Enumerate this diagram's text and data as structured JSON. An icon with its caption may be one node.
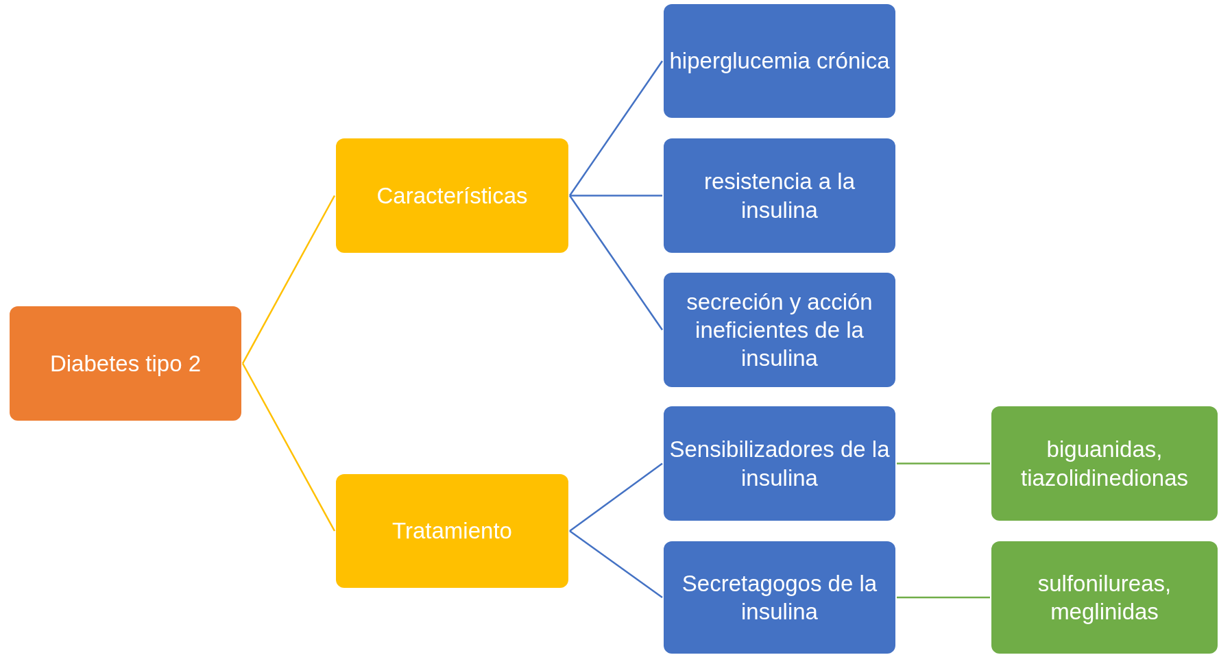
{
  "diagram": {
    "nodes": [
      {
        "text": [
          "Diabetes tipo 2"
        ]
      },
      {
        "text": [
          "Características"
        ]
      },
      {
        "text": [
          "hiperglucemia crónica"
        ]
      },
      {
        "text": [
          "resistencia a la insulina"
        ]
      },
      {
        "text": [
          "secreción y acción ineficientes de la insulina"
        ]
      },
      {
        "text": [
          "Tratamiento"
        ]
      },
      {
        "text": [
          "Sensibilizadores de la insulina"
        ]
      },
      {
        "text": [
          "biguanidas, tiazolidinedionas"
        ]
      },
      {
        "text": [
          "Secretagogos de la insulina"
        ]
      },
      {
        "text": [
          "sulfonilureas, meglinidas"
        ]
      }
    ],
    "edges": [
      {
        "from": 0,
        "to": 1,
        "arrow": "none",
        "color": "#ffc000"
      },
      {
        "from": 0,
        "to": 5,
        "arrow": "none",
        "color": "#ffc000"
      },
      {
        "from": 1,
        "to": 2,
        "arrow": "none"
      },
      {
        "from": 1,
        "to": 3,
        "arrow": "none"
      },
      {
        "from": 1,
        "to": 4,
        "arrow": "none"
      },
      {
        "from": 5,
        "to": 6,
        "arrow": "none"
      },
      {
        "from": 5,
        "to": 8,
        "arrow": "none"
      },
      {
        "from": 6,
        "to": 7,
        "arrow": "none",
        "color": "#70ad47"
      },
      {
        "from": 8,
        "to": 9,
        "arrow": "none",
        "color": "#70ad47"
      }
    ]
  }
}
